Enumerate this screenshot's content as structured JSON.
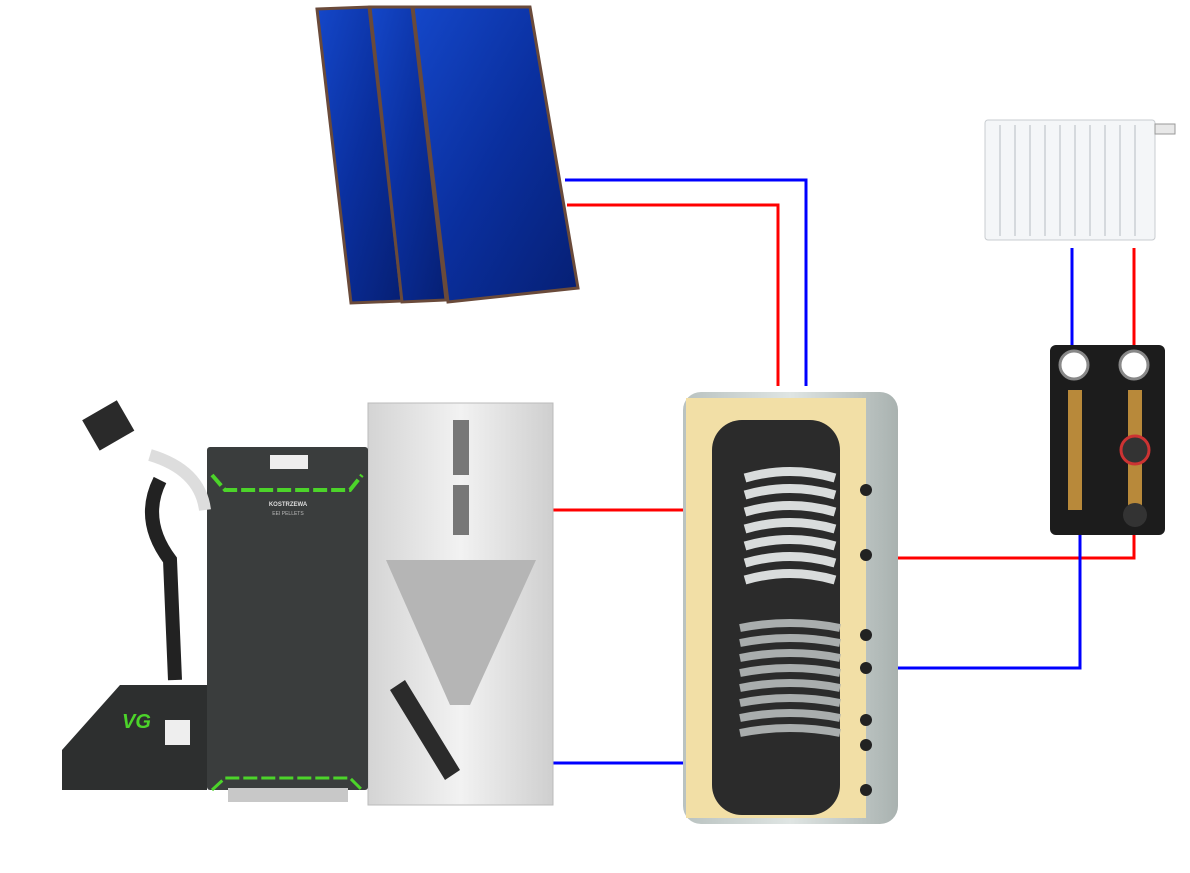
{
  "title": "Pellet boiler with solar collectors, buffer tank, pump station and radiator",
  "boiler": {
    "brand": "KOSTRZEWA",
    "model": "EEI PELLETS",
    "burner_logo": "VG"
  },
  "colors": {
    "supply": "#ff0000",
    "return": "#0000ff",
    "boiler_led": "#4cd42a",
    "panel": "#0b2f9e",
    "insulation": "#f2dfa6"
  }
}
